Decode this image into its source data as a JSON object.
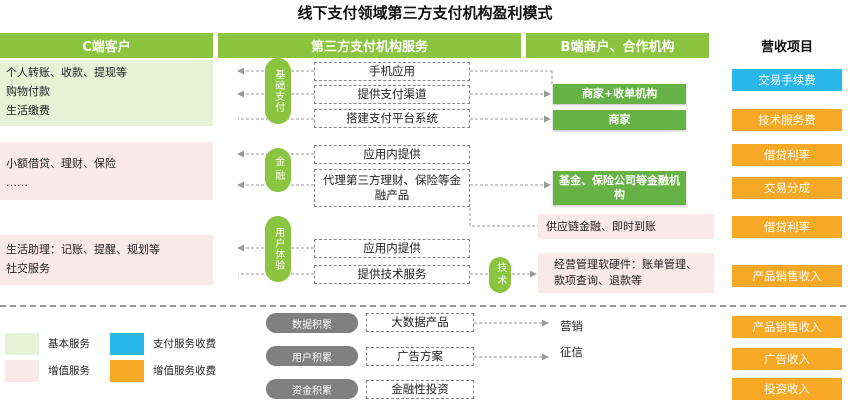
{
  "title": "线下支付领域第三方支付机构盈利模式",
  "headers": {
    "c_customer": "C端客户",
    "third_party": "第三方支付机构服务",
    "b_merchant": "B端商户、合作机构",
    "revenue": "营收项目"
  },
  "c_boxes": [
    [
      "个人转账、收款、提现等",
      "购物付款",
      "生活缴费"
    ],
    [
      "小额借贷、理财、保险",
      "……"
    ],
    [
      "生活助理：记账、提醒、规划等",
      "社交服务"
    ]
  ],
  "categories": {
    "basic": "基础支付",
    "finance": "金融",
    "ux": "用户体验",
    "tech": "技术"
  },
  "services": [
    "手机应用",
    "提供支付渠道",
    "搭建支付平台系统",
    "应用内提供",
    "代理第三方理财、保险等金融产品",
    "应用内提供",
    "提供技术服务"
  ],
  "b_items": {
    "merchant_acq": "商家+收单机构",
    "merchant": "商家",
    "fin_inst": "基金、保险公司等金融机构",
    "supply_chain": "供应链金融、即时到账",
    "software": "经营管理软硬件：账单管理、款项查询、退款等"
  },
  "revenue_items": [
    {
      "label": "交易手续费",
      "kind": "payment"
    },
    {
      "label": "技术服务费",
      "kind": "value"
    },
    {
      "label": "借贷利率",
      "kind": "value"
    },
    {
      "label": "交易分成",
      "kind": "value"
    },
    {
      "label": "借贷利率",
      "kind": "value"
    },
    {
      "label": "产品销售收入",
      "kind": "value"
    },
    {
      "label": "产品销售收入",
      "kind": "value"
    },
    {
      "label": "广告收入",
      "kind": "value"
    },
    {
      "label": "投资收入",
      "kind": "value"
    }
  ],
  "data_section": {
    "accumulations": [
      "数据积累",
      "用户积累",
      "资金积累"
    ],
    "products": [
      "大数据产品",
      "广告方案",
      "金融性投资"
    ],
    "uses": [
      "营销",
      "征信"
    ]
  },
  "legend": {
    "basic_service": "基本服务",
    "value_service": "增值服务",
    "payment_fee": "支付服务收费",
    "value_fee": "增值服务收费"
  },
  "colors": {
    "green_header": "#8bc53f",
    "green_button": "#66b245",
    "light_green": "#e6f1d6",
    "light_pink": "#fbe9e9",
    "orange": "#f7a925",
    "blue": "#29b6e8",
    "gray_pill": "#808080"
  }
}
